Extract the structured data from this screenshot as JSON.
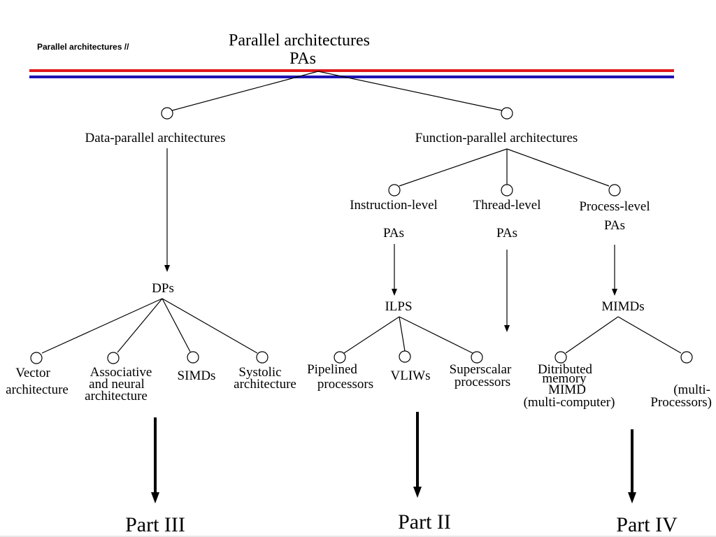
{
  "header": {
    "small_title": "Parallel architectures //",
    "title_line1": "Parallel architectures",
    "title_line2": "PAs"
  },
  "colors": {
    "rule_top": "#e0191c",
    "rule_bottom": "#1e14b4",
    "lines": "#000000"
  },
  "branches": {
    "data_parallel": "Data-parallel architectures",
    "function_parallel": "Function-parallel architectures"
  },
  "function_levels": {
    "instruction_l1": "Instruction-level",
    "instruction_l2": "PAs",
    "thread_l1": "Thread-level",
    "thread_l2": "PAs",
    "process_l1": "Process-level",
    "process_l2": "PAs"
  },
  "categories": {
    "dps": "DPs",
    "ilps": "ILPS",
    "mimds": "MIMDs"
  },
  "dp_leaves": {
    "vector_l1": "Vector",
    "vector_l2": "architecture",
    "assoc_l1": "Associative",
    "assoc_l2": "and neural",
    "assoc_l3": "architecture",
    "simds": "SIMDs",
    "systolic_l1": "Systolic",
    "systolic_l2": "architecture"
  },
  "ilp_leaves": {
    "pipelined_l1": "Pipelined",
    "pipelined_l2": "processors",
    "vliws": "VLIWs",
    "superscalar_l1": "Superscalar",
    "superscalar_l2": "processors"
  },
  "mimd_leaves": {
    "distributed_l1": "Ditributed",
    "distributed_l2": "memory",
    "distributed_l3": "MIMD",
    "distributed_l4": "(multi-computer)",
    "shared_l1": "(multi-",
    "shared_l2": "Processors)"
  },
  "parts": {
    "part3": "Part III",
    "part2": "Part II",
    "part4": "Part IV"
  }
}
